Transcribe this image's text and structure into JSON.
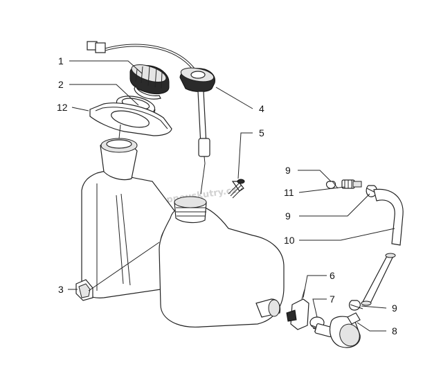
{
  "watermark": "www.pneuskutry.cz",
  "callouts": [
    {
      "id": "c1",
      "label": "1"
    },
    {
      "id": "c2",
      "label": "2"
    },
    {
      "id": "c12",
      "label": "12"
    },
    {
      "id": "c4",
      "label": "4"
    },
    {
      "id": "c5",
      "label": "5"
    },
    {
      "id": "c9a",
      "label": "9"
    },
    {
      "id": "c11",
      "label": "11"
    },
    {
      "id": "c9b",
      "label": "9"
    },
    {
      "id": "c10",
      "label": "10"
    },
    {
      "id": "c3",
      "label": "3"
    },
    {
      "id": "c6",
      "label": "6"
    },
    {
      "id": "c7",
      "label": "7"
    },
    {
      "id": "c9c",
      "label": "9"
    },
    {
      "id": "c8",
      "label": "8"
    }
  ]
}
